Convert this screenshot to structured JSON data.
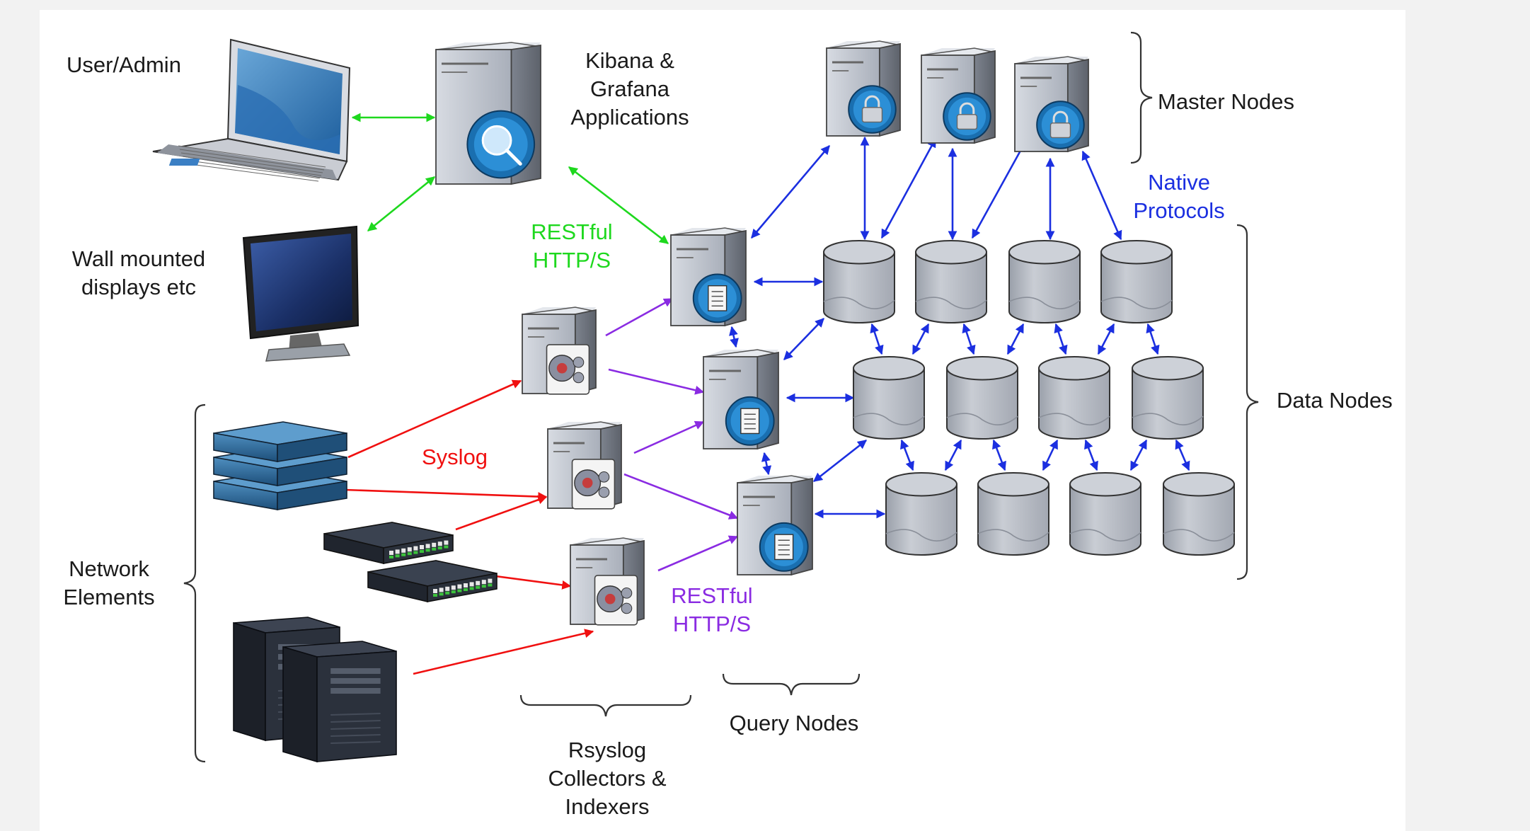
{
  "labels": {
    "user_admin": "User/Admin",
    "kibana_1": "Kibana &",
    "kibana_2": "Grafana",
    "kibana_3": "Applications",
    "master_nodes": "Master Nodes",
    "native_1": "Native",
    "native_2": "Protocols",
    "restful_green_1": "RESTful",
    "restful_green_2": "HTTP/S",
    "wall_1": "Wall mounted",
    "wall_2": "displays etc",
    "data_nodes": "Data Nodes",
    "syslog": "Syslog",
    "network_1": "Network",
    "network_2": "Elements",
    "restful_purple_1": "RESTful",
    "restful_purple_2": "HTTP/S",
    "query_nodes": "Query Nodes",
    "rsyslog_1": "Rsyslog",
    "rsyslog_2": "Collectors &",
    "rsyslog_3": "Indexers"
  },
  "colors": {
    "green": "#1ed81e",
    "blue": "#1b2fe0",
    "purple": "#8a2be2",
    "red": "#f01010",
    "text": "#1a1a1a",
    "server": "#b9bec8",
    "disk": "#b3b8c2"
  },
  "icons": {
    "laptop": "laptop-icon",
    "monitor": "monitor-icon",
    "server": "server-icon",
    "database": "database-icon",
    "switch": "network-switch-icon",
    "storage": "storage-stack-icon",
    "tower": "tower-server-icon",
    "magnifier": "magnifier-badge-icon",
    "lock": "lock-badge-icon",
    "document": "document-badge-icon",
    "gear": "gear-badge-icon"
  }
}
